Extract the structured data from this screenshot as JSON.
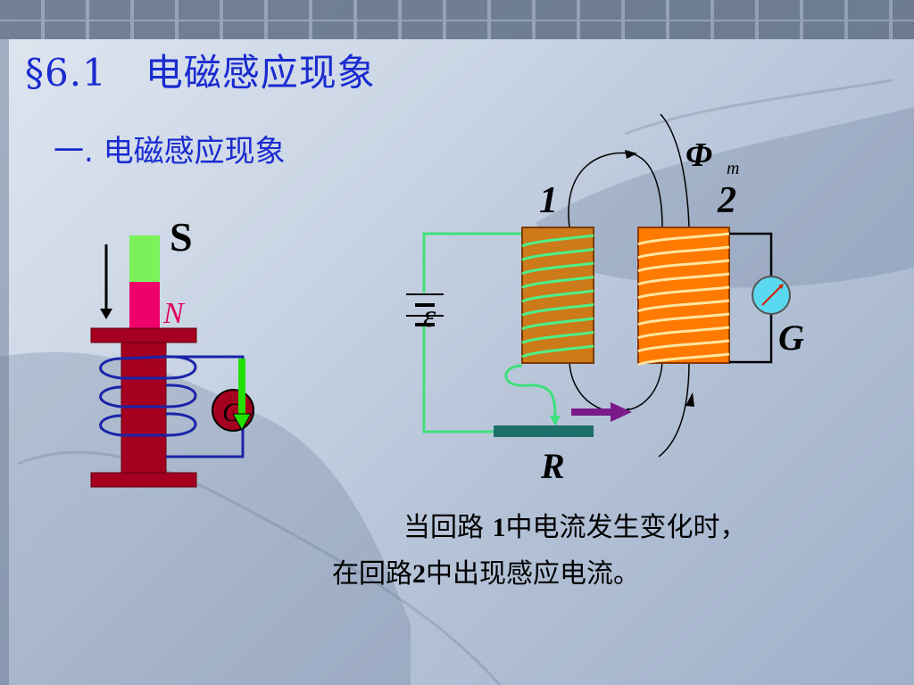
{
  "slide": {
    "title": "§6.1　电磁感应现象",
    "subtitle": "一. 电磁感应现象",
    "caption_line1_a": "当回路 ",
    "caption_line1_b": "1",
    "caption_line1_c": "中电流发生变化时，",
    "caption_line2_a": "在回路",
    "caption_line2_b": "2",
    "caption_line2_c": "中出现感应电流。"
  },
  "magnet_diagram": {
    "pole_s": "S",
    "pole_n": "N",
    "meter_label": "G"
  },
  "circuit_diagram": {
    "flux_symbol": "Φ",
    "flux_subscript": "m",
    "loop1": "1",
    "loop2": "2",
    "emf": "ε",
    "resistor": "R",
    "meter": "G"
  },
  "colors": {
    "title": "#1a2bd0",
    "magnet_green": "#7cf25a",
    "magnet_pink": "#f0006a",
    "core_red": "#a50020",
    "coil_blue": "#1b24a8",
    "coil1_fill": "#cc7a1a",
    "coil2_fill": "#ff7a00",
    "wire_green": "#3ee07a",
    "arrow_purple": "#7a1a8a",
    "resistor_teal": "#1e6e6a",
    "meter_cyan": "#5ad8f0"
  }
}
